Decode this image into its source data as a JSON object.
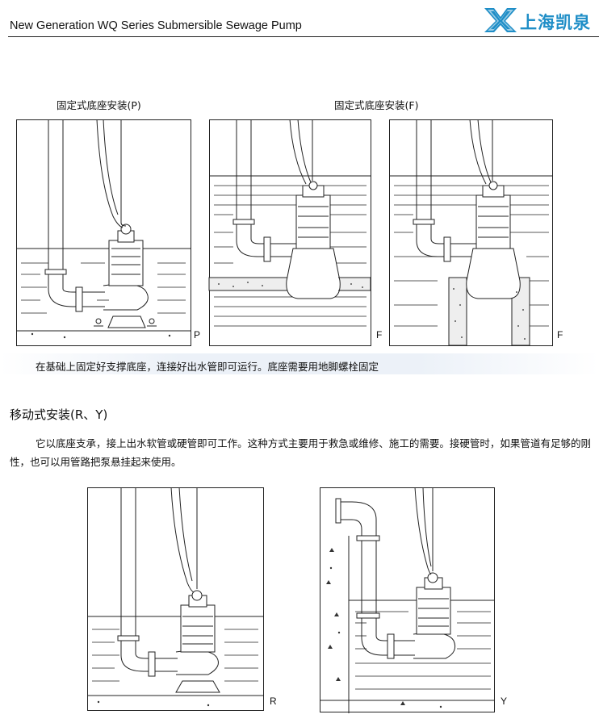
{
  "header": {
    "title": "New Generation WQ Series Submersible Sewage Pump",
    "logo_text": "上海凯泉",
    "logo_color": "#1f8ec7"
  },
  "fixed_section": {
    "label_p": "固定式底座安装(P)",
    "label_f": "固定式底座安装(F)",
    "fig_letters": [
      "P",
      "F",
      "F"
    ],
    "caption": "在基础上固定好支撑底座，连接好出水管即可运行。底座需要用地脚螺栓固定"
  },
  "mobile_section": {
    "title": "移动式安装(R、Y)",
    "paragraph": "它以底座支承，接上出水软管或硬管即可工作。这种方式主要用于救急或维修、施工的需要。接硬管时，如果管道有足够的刚性，也可以用管路把泵悬挂起来使用。",
    "fig_letters": [
      "R",
      "Y"
    ]
  }
}
